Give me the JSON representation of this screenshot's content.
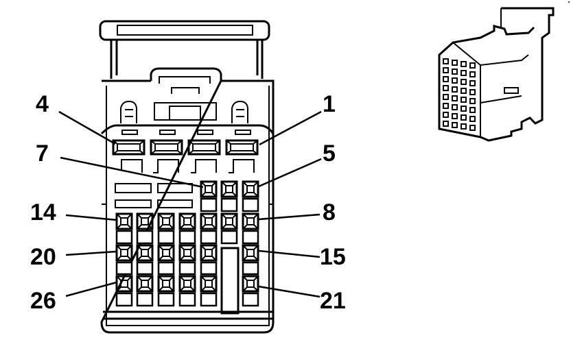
{
  "diagram": {
    "type": "connector-face-view",
    "pin_labels": {
      "p4": "4",
      "p1": "1",
      "p7": "7",
      "p5": "5",
      "p14": "14",
      "p8": "8",
      "p20": "20",
      "p15": "15",
      "p26": "26",
      "p21": "21"
    },
    "colors": {
      "line": "#000000",
      "background": "#ffffff"
    }
  }
}
